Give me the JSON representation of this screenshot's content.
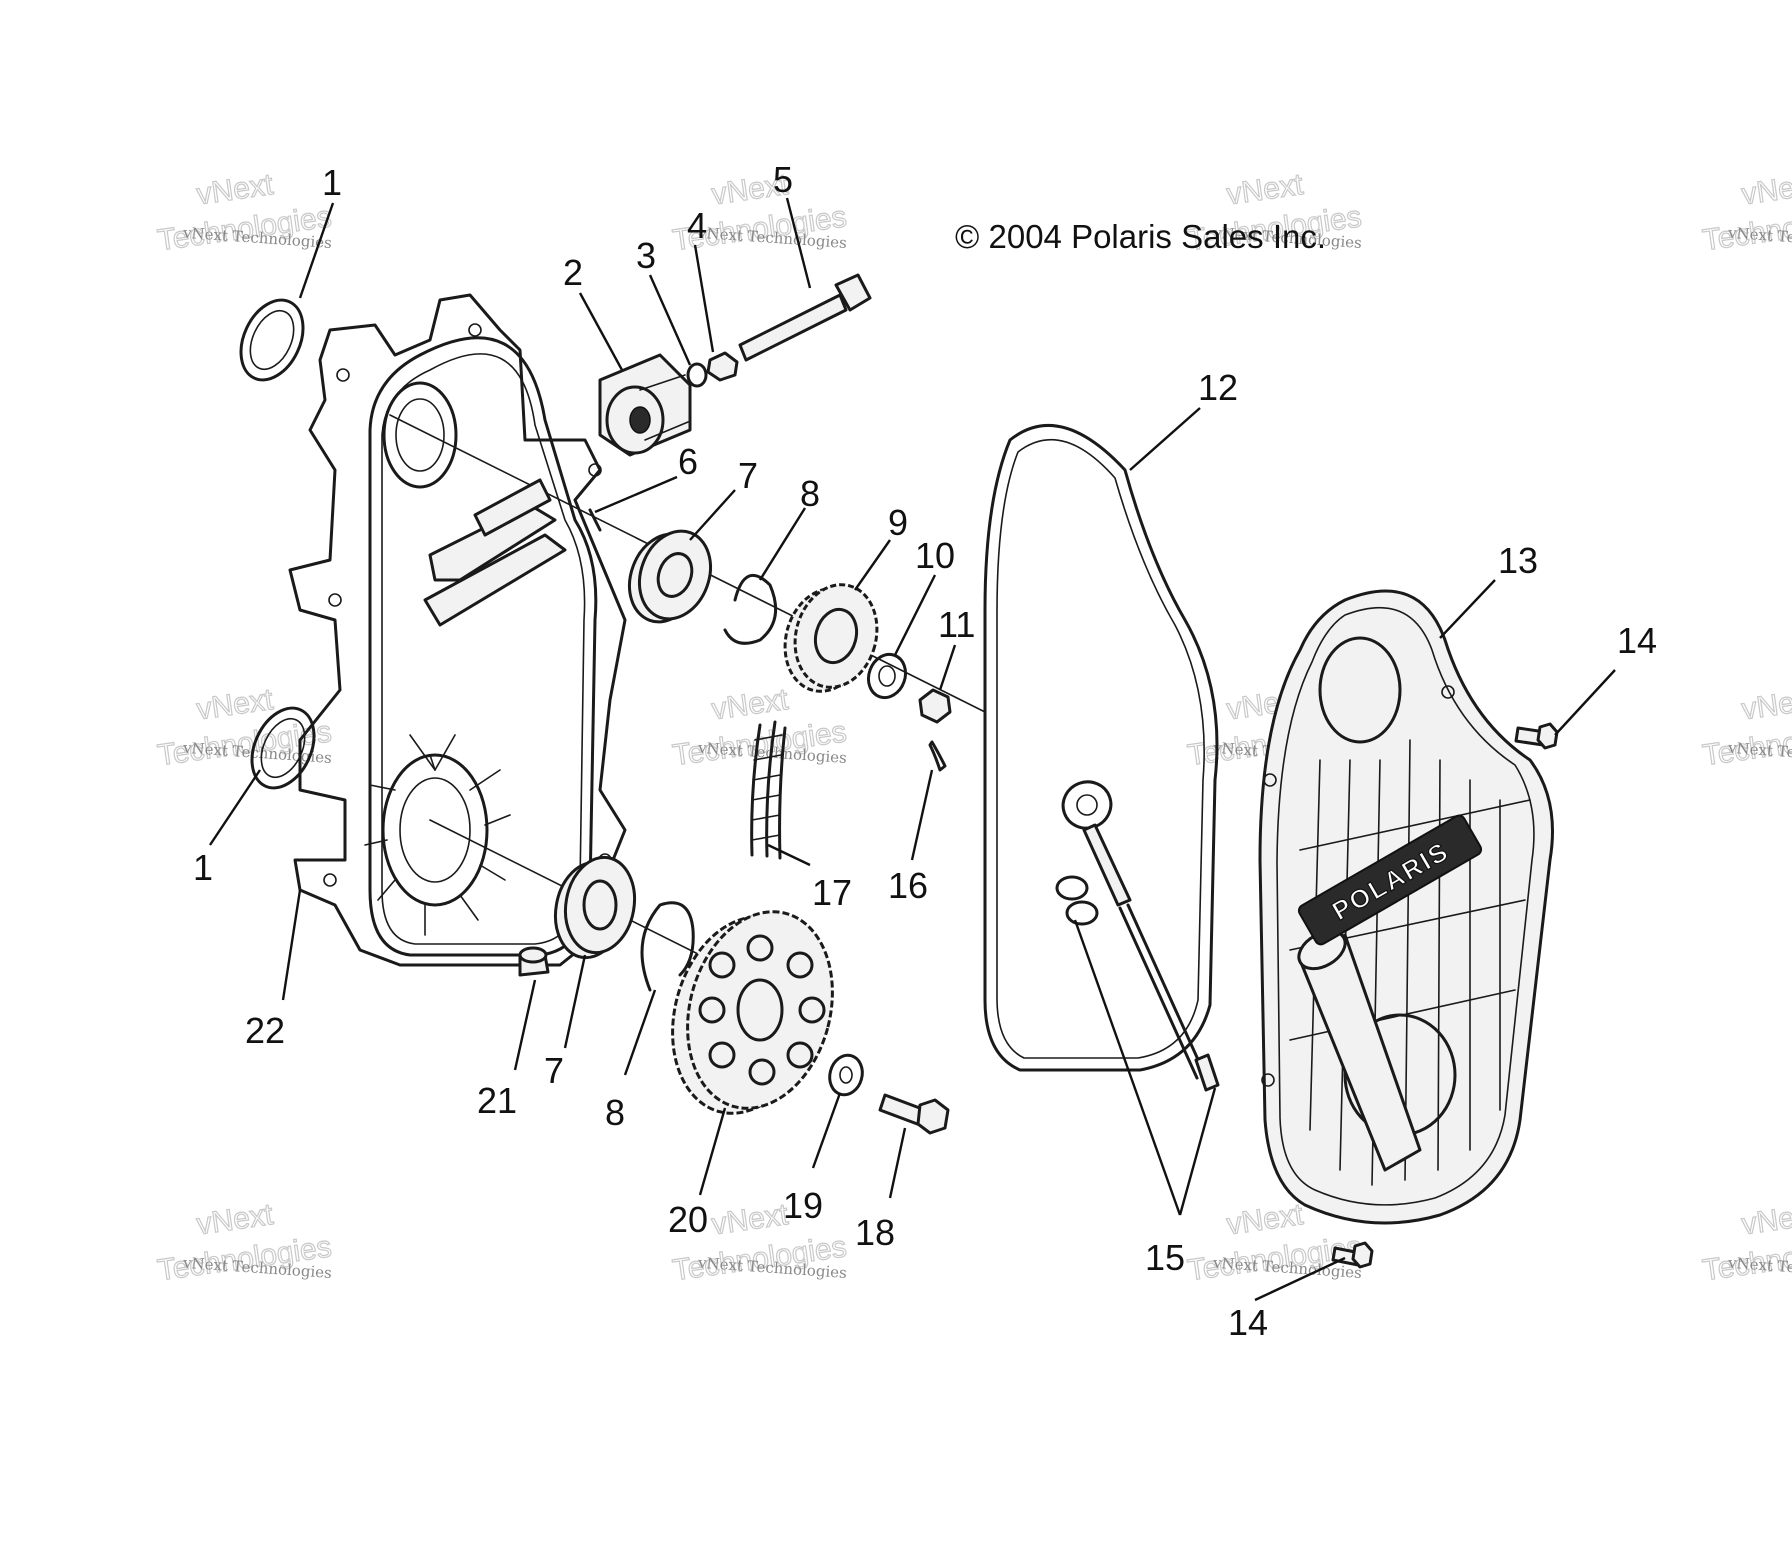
{
  "copyright": "© 2004 Polaris Sales Inc.",
  "watermark": {
    "line_small": "vNext Technologies",
    "line_big_1": "vNext",
    "line_big_2": "Technologies"
  },
  "logo_text": "POLARIS",
  "callouts": {
    "c1a": "1",
    "c1b": "1",
    "c2": "2",
    "c3": "3",
    "c4": "4",
    "c5": "5",
    "c6": "6",
    "c7a": "7",
    "c7b": "7",
    "c8a": "8",
    "c8b": "8",
    "c9": "9",
    "c10": "10",
    "c11": "11",
    "c12": "12",
    "c13": "13",
    "c14a": "14",
    "c14b": "14",
    "c15": "15",
    "c16": "16",
    "c17": "17",
    "c18": "18",
    "c19": "19",
    "c20": "20",
    "c21": "21",
    "c22": "22"
  }
}
